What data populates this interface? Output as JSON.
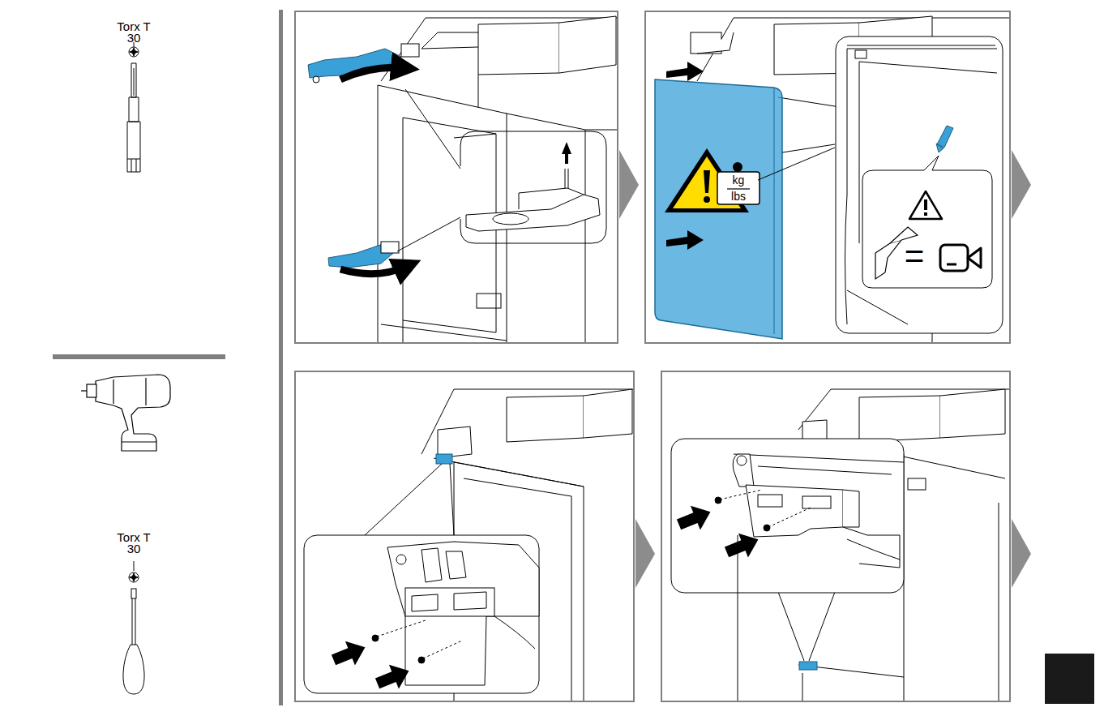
{
  "diagram": {
    "labels": [
      "Torx T 30",
      "kg",
      "lbs",
      "=",
      "Torx T 30"
    ]
  }
}
